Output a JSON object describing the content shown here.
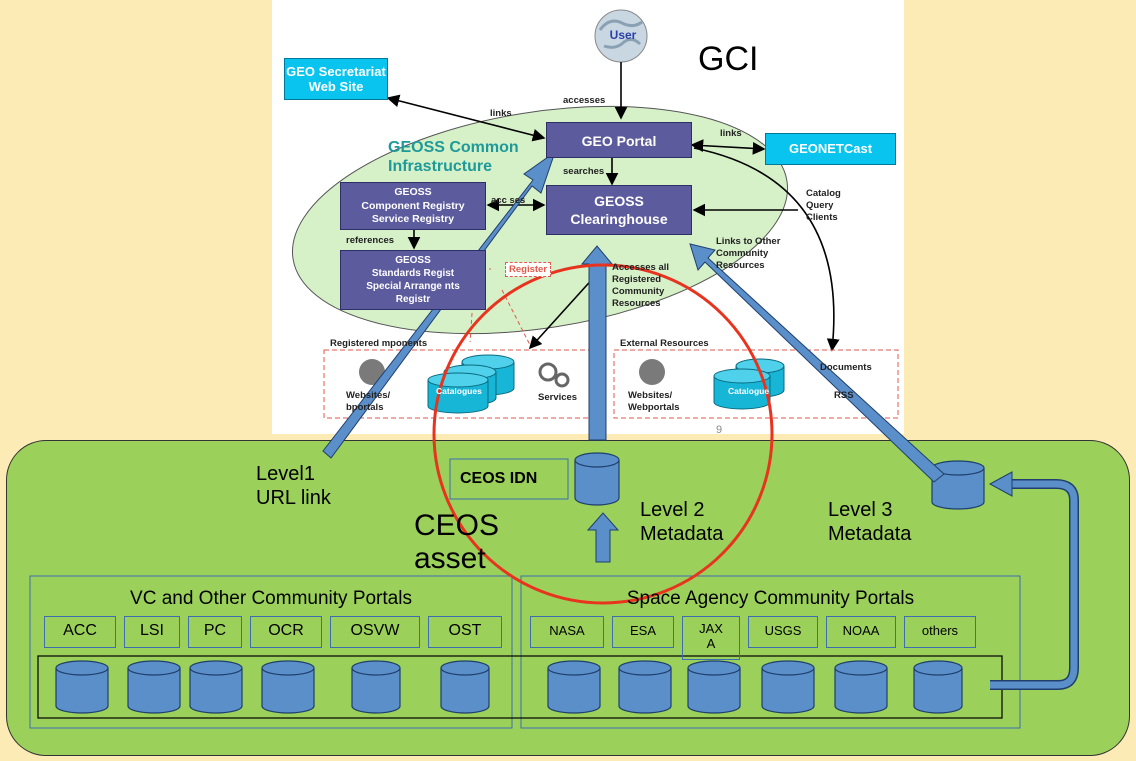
{
  "gci_title": "GCI",
  "user_label": "User",
  "geo_secretariat": {
    "line1": "GEO Secretariat",
    "line2": "Web Site"
  },
  "geonetcast": "GEONETCast",
  "geoss_common_infra": {
    "line1": "GEOSS Common",
    "line2": "Infrastructure"
  },
  "geo_portal": "GEO Portal",
  "clearinghouse": {
    "line1": "GEOSS",
    "line2": "Clearinghouse"
  },
  "component_registry": {
    "line1": "GEOSS",
    "line2": "Component Registry",
    "line3": "Service Registry"
  },
  "standards_registry": {
    "line1": "GEOSS",
    "line2": "Standards Regist",
    "line3": "Special Arrange  nts",
    "line4": "Registr"
  },
  "edge_labels": {
    "links_left": "links",
    "accesses": "accesses",
    "links_right": "links",
    "searches": "searches",
    "accesses_mid": "acc  ses",
    "references": "references",
    "register": "Register",
    "catalog_query": {
      "line1": "Catalog",
      "line2": "Query",
      "line3": "Clients"
    },
    "links_other": {
      "line1": "Links to Other",
      "line2": "Community",
      "line3": "Resources"
    },
    "accesses_all": {
      "line1": "Accesses all",
      "line2": "Registered",
      "line3": "Community",
      "line4": "Resources"
    }
  },
  "registered_components": {
    "title": "Registered  mponents",
    "websites": {
      "line1": "Websites/",
      "line2": "  bportals"
    },
    "catalogues": "Catalogues",
    "services": "Services"
  },
  "external_resources": {
    "title": "External Resources",
    "websites": {
      "line1": "Websites/",
      "line2": "Webportals"
    },
    "catalogue": "Catalogue",
    "documents": "Documents",
    "rss": "RSS"
  },
  "page_number": "9",
  "level1": {
    "line1": "Level1",
    "line2": "URL link"
  },
  "level2": {
    "line1": "Level 2",
    "line2": "Metadata"
  },
  "level3": {
    "line1": "Level 3",
    "line2": "Metadata"
  },
  "ceos_idn": "CEOS IDN",
  "ceos_asset": {
    "line1": "CEOS",
    "line2": "asset"
  },
  "vc_portals": {
    "title": "VC and Other Community Portals",
    "items": [
      "ACC",
      "LSI",
      "PC",
      "OCR",
      "OSVW",
      "OST"
    ]
  },
  "space_portals": {
    "title": "Space Agency Community Portals",
    "items": [
      "NASA",
      "ESA",
      "JAX\nA",
      "USGS",
      "NOAA",
      "others"
    ]
  },
  "colors": {
    "background": "#FDEBB5",
    "green_box": "#9BD05B",
    "cyan": "#09C4EE",
    "purple": "#5C5B9E",
    "cylinder": "#5B8FC9",
    "arrow": "#5B8FC9",
    "circle": "#E8331E"
  }
}
